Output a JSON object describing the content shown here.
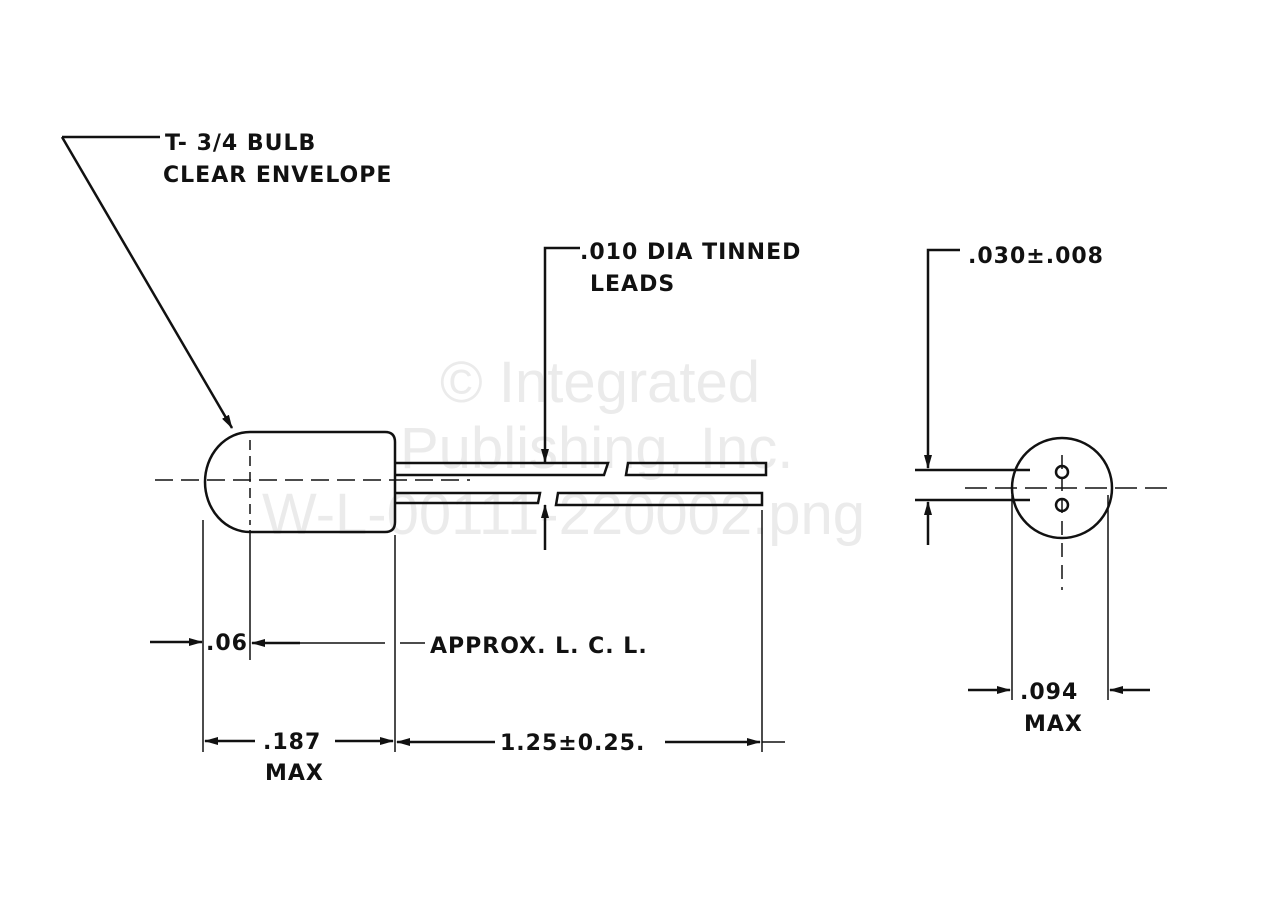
{
  "watermark": {
    "line1": "© Integrated",
    "line2": "Publishing, Inc.",
    "line3": "W-L-00111-220002.png"
  },
  "labels": {
    "bulb_type": "T- 3/4 BULB",
    "envelope": "CLEAR ENVELOPE",
    "leads_line1": ".010 DIA TINNED",
    "leads_line2": "LEADS",
    "lead_spacing": ".030±.008",
    "dim_06": ".06",
    "approx_lcl": "APPROX. L. C. L.",
    "dim_187": ".187",
    "max_187": "MAX",
    "dim_length": "1.25±0.25.",
    "dim_094": ".094",
    "max_094": "MAX"
  }
}
